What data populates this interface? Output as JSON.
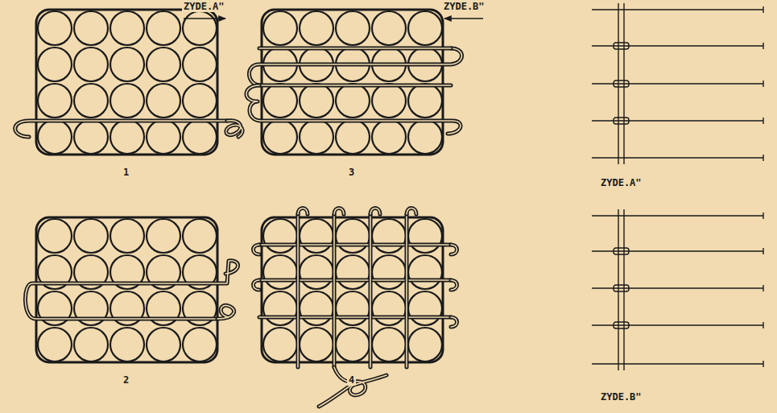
{
  "diagram": {
    "labels": [
      "ZYDE.A\"",
      "ZYDE.B\"",
      "1",
      "3",
      "2",
      "4",
      "ZYDE.A\"",
      "ZYDE.B\""
    ]
  }
}
